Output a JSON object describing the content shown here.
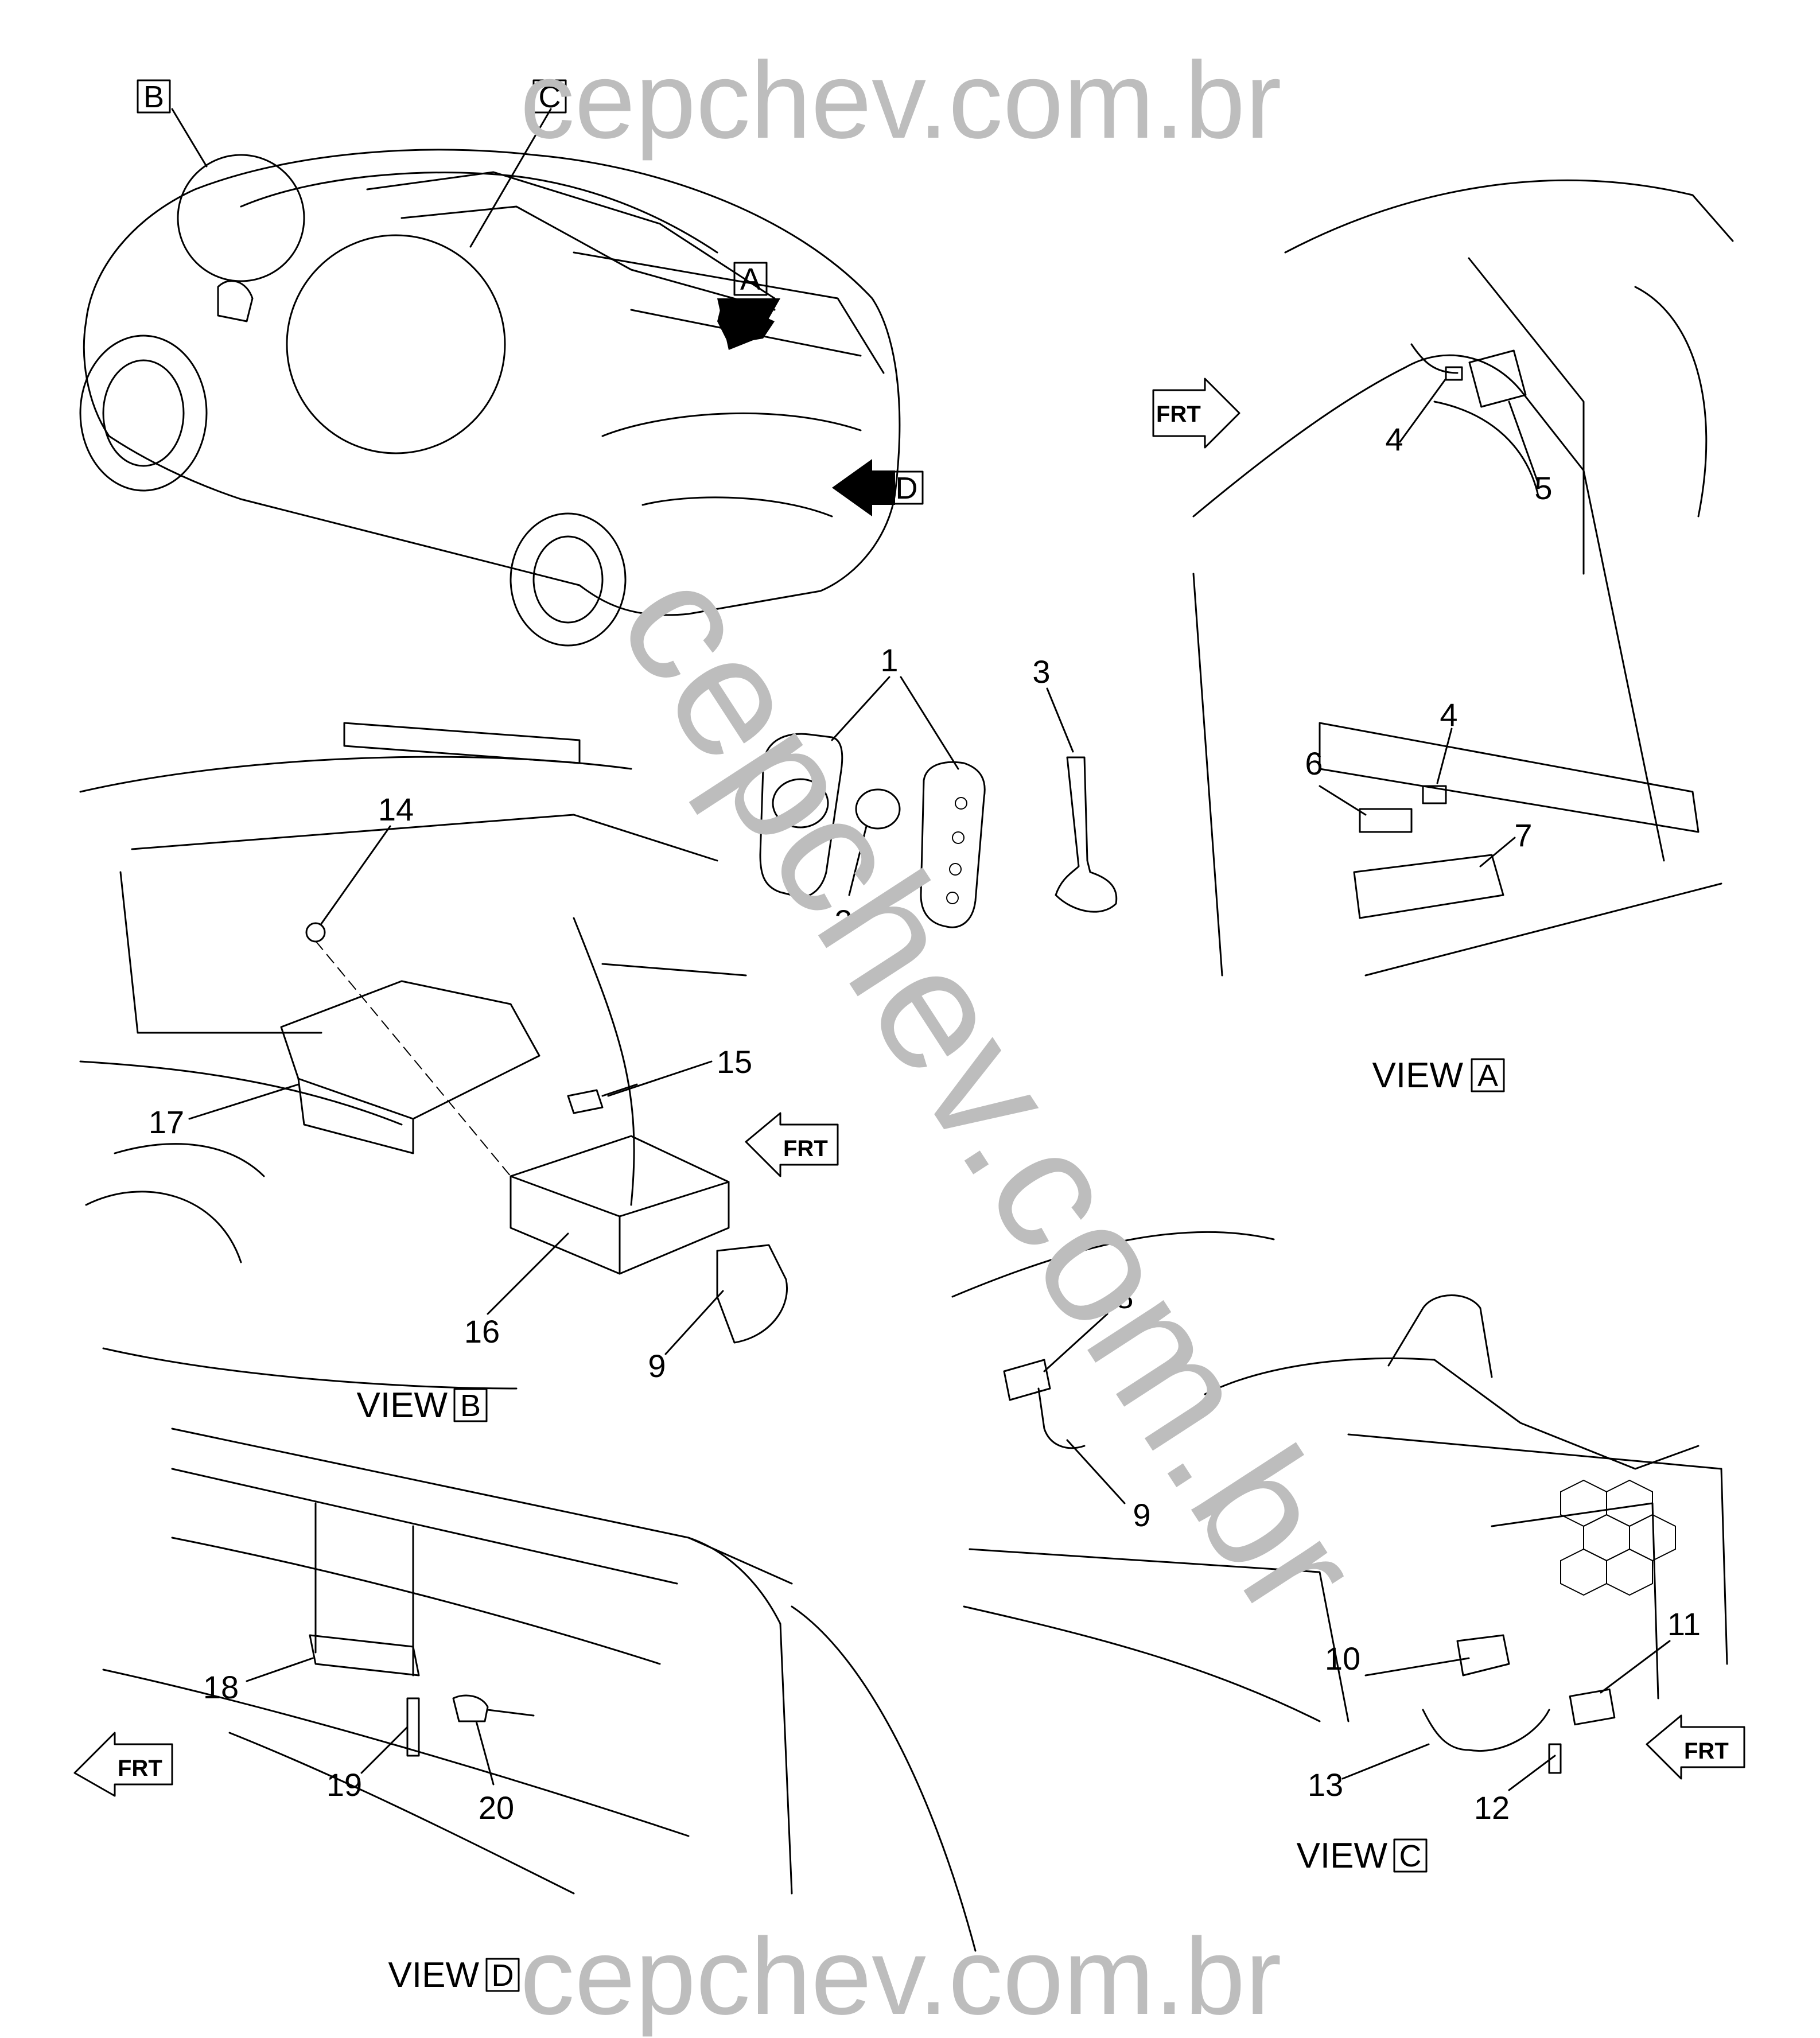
{
  "watermark": {
    "top": "cepchev.com.br",
    "bottom": "cepchev.com.br",
    "diagonal": "cepchev.com.br",
    "color": "#bdbdbd"
  },
  "view_markers": {
    "B": "B",
    "C": "C",
    "A": "A",
    "D": "D"
  },
  "views": {
    "A": {
      "word": "VIEW",
      "letter": "A"
    },
    "B": {
      "word": "VIEW",
      "letter": "B"
    },
    "C": {
      "word": "VIEW",
      "letter": "C"
    },
    "D": {
      "word": "VIEW",
      "letter": "D"
    }
  },
  "frt_label": "FRT",
  "callouts": {
    "c1": "1",
    "c2": "2",
    "c3": "3",
    "c4a": "4",
    "c4b": "4",
    "c5": "5",
    "c6": "6",
    "c7": "7",
    "c8": "8",
    "c9a": "9",
    "c9b": "9",
    "c10": "10",
    "c11": "11",
    "c12": "12",
    "c13": "13",
    "c14": "14",
    "c15": "15",
    "c16": "16",
    "c17": "17",
    "c18": "18",
    "c19": "19",
    "c20": "20"
  }
}
